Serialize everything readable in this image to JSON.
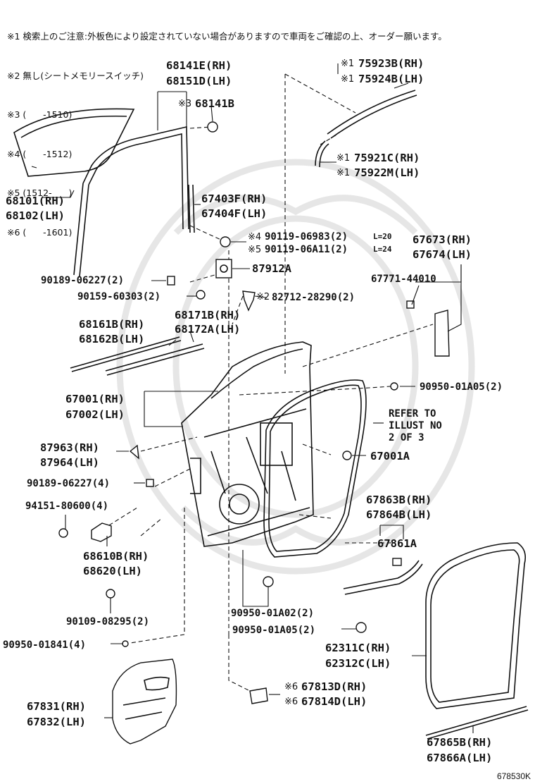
{
  "notes": [
    "※1 検索上のご注意:外板色により設定されていない場合がありますので車両をご確認の上、オーダー願います。",
    "※2 無し(シートメモリースイッチ)",
    "※3 (      -1510)",
    "※4 (      -1512)",
    "※5 (1512-      )",
    "※6 (      -1601)"
  ],
  "labels": {
    "l68141e": "68141E(RH)",
    "l68151d": "68151D(LH)",
    "m3": "※3",
    "l68141b": "68141B",
    "m1a": "※1",
    "l75923b": "75923B(RH)",
    "m1b": "※1",
    "l75924b": "75924B(LH)",
    "m1c": "※1",
    "l75921c": "75921C(RH)",
    "m1d": "※1",
    "l75922m": "75922M(LH)",
    "l68101": "68101(RH)",
    "l68102": "68102(LH)",
    "l67403f": "67403F(RH)",
    "l67404f": "67404F(LH)",
    "m4": "※4",
    "l90119a": "90119-06983(2)",
    "s1": "L=20",
    "m5": "※5",
    "l90119b": "90119-06A11(2)",
    "s2": "L=24",
    "l67673": "67673(RH)",
    "l67674": "67674(LH)",
    "l90189a": "90189-06227(2)",
    "l87912a": "87912A",
    "l67771": "67771-44010",
    "l90159": "90159-60303(2)",
    "m2": "※2",
    "l82712": "82712-28290(2)",
    "l68171b": "68171B(RH)",
    "l68172a": "68172A(LH)",
    "l68161b": "68161B(RH)",
    "l68162b": "68162B(LH)",
    "l67001": "67001(RH)",
    "l67002": "67002(LH)",
    "l90950a": "90950-01A05(2)",
    "refer1": "REFER TO",
    "refer2": "ILLUST NO",
    "refer3": "2 OF 3",
    "l87963": "87963(RH)",
    "l87964": "87964(LH)",
    "l67001a": "67001A",
    "l90189b": "90189-06227(4)",
    "l94151": "94151-80600(4)",
    "l67863b": "67863B(RH)",
    "l67864b": "67864B(LH)",
    "l68610b": "68610B(RH)",
    "l68620": "68620(LH)",
    "l67861a": "67861A",
    "l90950b": "90950-01A02(2)",
    "l90109": "90109-08295(2)",
    "l90950c": "90950-01A05(2)",
    "l90950d": "90950-01841(4)",
    "l62311c": "62311C(RH)",
    "l62312c": "62312C(LH)",
    "m6a": "※6",
    "l67813d": "67813D(RH)",
    "m6b": "※6",
    "l67814d": "67814D(LH)",
    "l67831": "67831(RH)",
    "l67832": "67832(LH)",
    "l67865b": "67865B(RH)",
    "l67866a": "67866A(LH)"
  },
  "diagram_code": "678530K"
}
